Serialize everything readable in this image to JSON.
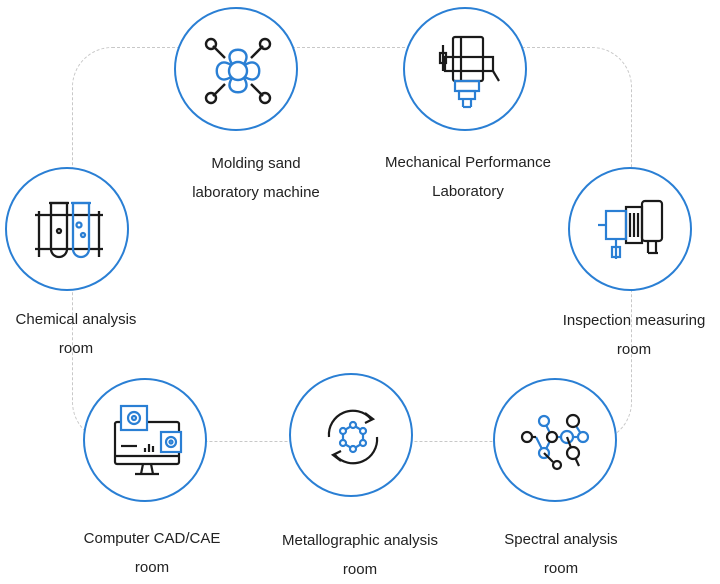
{
  "colors": {
    "accent": "#2a7fd4",
    "ink": "#1a1a1a",
    "connector": "#c8c8c8"
  },
  "nodes": [
    {
      "id": "molding",
      "icon": "molecule-icon",
      "line1": "Molding sand",
      "line2": "laboratory machine"
    },
    {
      "id": "mechanical",
      "icon": "testing-machine-icon",
      "line1": "Mechanical Performance",
      "line2": "Laboratory"
    },
    {
      "id": "chemical",
      "icon": "test-tubes-icon",
      "line1": "Chemical analysis",
      "line2": "room"
    },
    {
      "id": "inspection",
      "icon": "measuring-instrument-icon",
      "line1": "Inspection measuring",
      "line2": "room"
    },
    {
      "id": "cad",
      "icon": "computer-settings-icon",
      "line1": "Computer CAD/CAE",
      "line2": "room"
    },
    {
      "id": "metallographic",
      "icon": "cycle-molecule-icon",
      "line1": "Metallographic analysis",
      "line2": "room"
    },
    {
      "id": "spectral",
      "icon": "network-icon",
      "line1": "Spectral analysis",
      "line2": "room"
    }
  ]
}
